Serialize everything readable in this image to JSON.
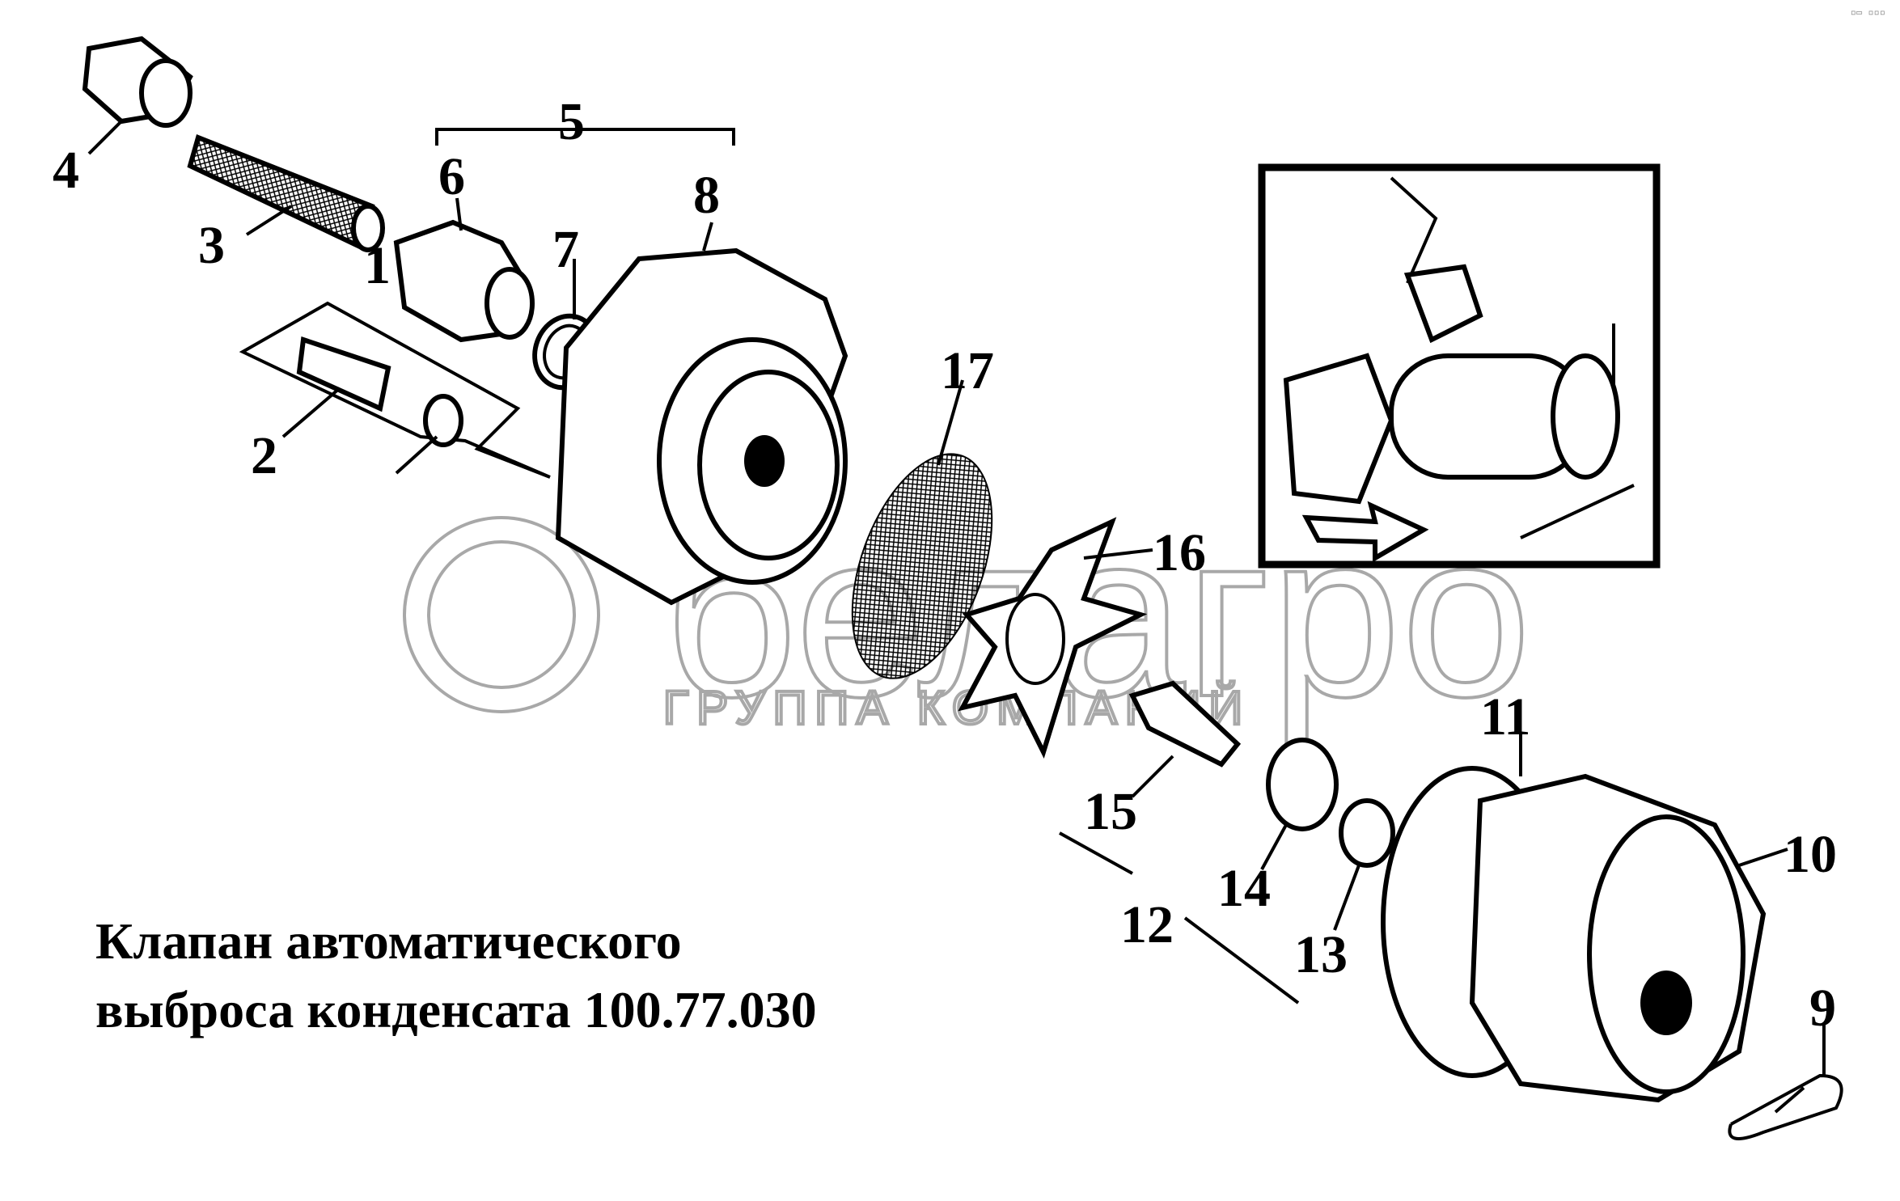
{
  "title": {
    "line1": "Клапан автоматического",
    "line2": "выброса конденсата 100.77.030"
  },
  "watermark": {
    "brand": "белагро",
    "tagline": "ГРУППА КОМПАНИЙ"
  },
  "corner_marks": "▫▭ ▫▫▫",
  "callouts": [
    "1",
    "2",
    "3",
    "4",
    "5",
    "6",
    "7",
    "8",
    "9",
    "10",
    "11",
    "12",
    "13",
    "14",
    "15",
    "16",
    "17"
  ],
  "colors": {
    "ink": "#000000",
    "watermark": "#a8a8a8"
  }
}
